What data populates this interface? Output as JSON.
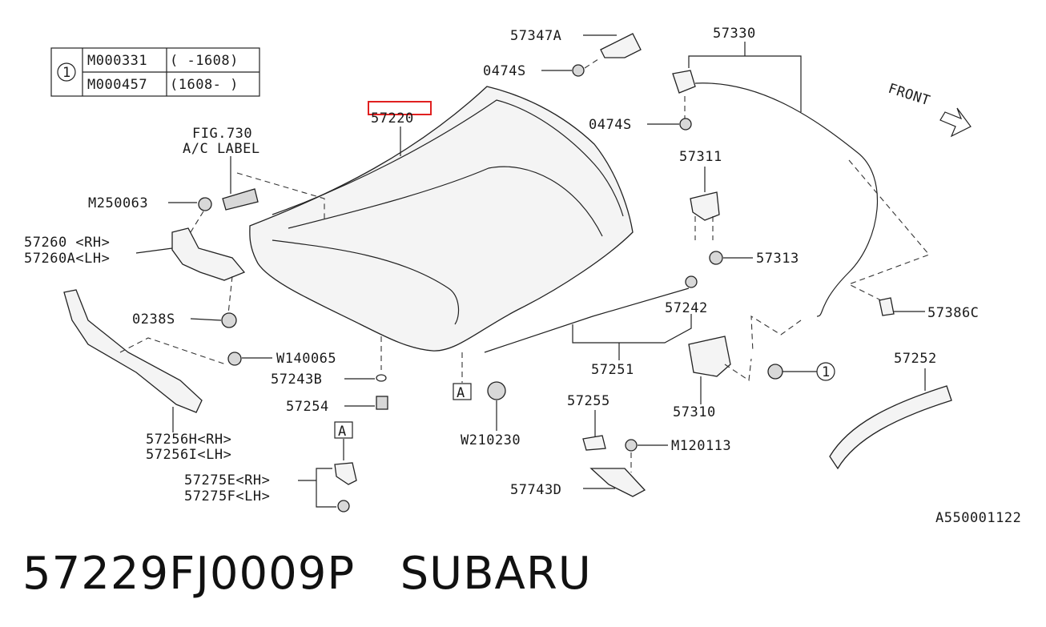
{
  "legend": {
    "marker": "1",
    "rows": [
      {
        "code": "M000331",
        "range": "( -1608)"
      },
      {
        "code": "M000457",
        "range": "(1608- )"
      }
    ]
  },
  "labels": {
    "57347A": "57347A",
    "0474S_top": "0474S",
    "57330": "57330",
    "front": "FRONT",
    "57220": "57220",
    "fig730": "FIG.730",
    "ac_label": "A/C LABEL",
    "0474S_mid": "0474S",
    "57311": "57311",
    "M250063": "M250063",
    "57260": "57260 <RH>",
    "57260A": "57260A<LH>",
    "57313": "57313",
    "57242": "57242",
    "57386C": "57386C",
    "0238S": "0238S",
    "W140065": "W140065",
    "57243B": "57243B",
    "57251": "57251",
    "marker_1": "1",
    "57252": "57252",
    "57254": "57254",
    "box_A_1": "A",
    "57255": "57255",
    "57310": "57310",
    "W210230": "W210230",
    "57256H": "57256H<RH>",
    "57256I": "57256I<LH>",
    "box_A_2": "A",
    "M120113": "M120113",
    "57275E": "57275E<RH>",
    "57275F": "57275F<LH>",
    "57743D": "57743D",
    "ref": "A550001122"
  },
  "caption": {
    "part_number": "57229FJ0009P",
    "brand": "SUBARU"
  },
  "colors": {
    "highlight": "#e02020",
    "line": "#222222"
  }
}
